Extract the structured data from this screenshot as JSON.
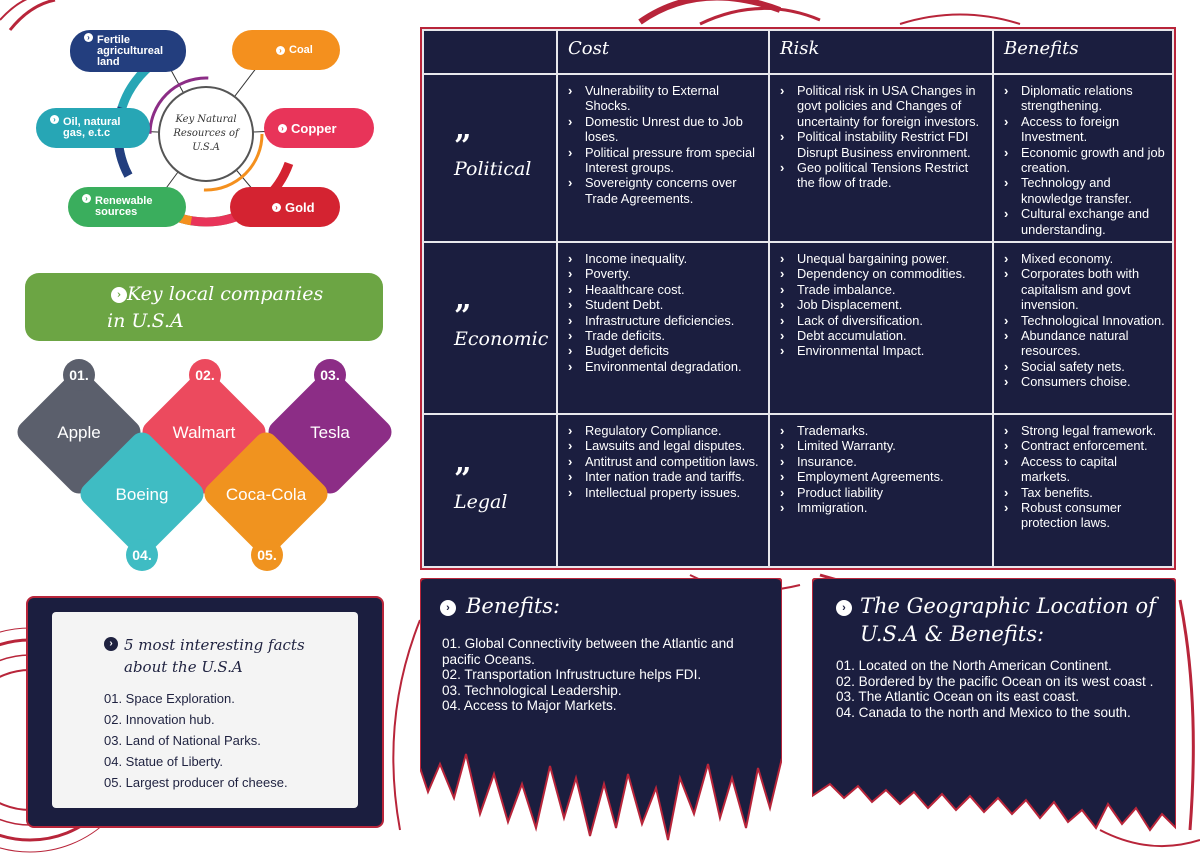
{
  "hub": {
    "center": "Key Natural Resources of U.S.A",
    "items": [
      {
        "label": "Fertile agricultureal land",
        "color": "#233e7e"
      },
      {
        "label": "Coal",
        "color": "#f4901e"
      },
      {
        "label": "Oil, natural gas, e.t.c",
        "color": "#27a6b5"
      },
      {
        "label": "Copper",
        "color": "#e83459"
      },
      {
        "label": "Renewable sources",
        "color": "#3aae5d"
      },
      {
        "label": "Gold",
        "color": "#d42331"
      }
    ]
  },
  "companies": {
    "title_line1": "Key local companies",
    "title_line2": "in U.S.A",
    "items": [
      {
        "num": "01.",
        "name": "Apple",
        "color": "#5b5f6c"
      },
      {
        "num": "02.",
        "name": "Walmart",
        "color": "#ec4a5e"
      },
      {
        "num": "03.",
        "name": "Tesla",
        "color": "#8c2d86"
      },
      {
        "num": "04.",
        "name": "Boeing",
        "color": "#3fbcc3"
      },
      {
        "num": "05.",
        "name": "Coca-Cola",
        "color": "#f0931f"
      }
    ]
  },
  "facts": {
    "title_line1": "5 most interesting facts",
    "title_line2": "about the U.S.A",
    "items": [
      "01. Space Exploration.",
      "02. Innovation hub.",
      "03. Land of National Parks.",
      "04. Statue of Liberty.",
      "05. Largest producer of cheese."
    ]
  },
  "table": {
    "columns": [
      "Cost",
      "Risk",
      "Benefits"
    ],
    "quote_mark": "”",
    "rows": [
      {
        "label": "Political",
        "cost": [
          "Vulnerability  to External Shocks.",
          "Domestic Unrest due to Job loses.",
          "Political pressure from special Interest groups.",
          "Sovereignty concerns over Trade Agreements."
        ],
        "risk": [
          "Political risk in USA Changes in govt policies and Changes of uncertainty for foreign investors.",
          "Political instability Restrict FDI Disrupt Business environment.",
          "Geo political Tensions Restrict the flow of trade."
        ],
        "benefits": [
          "Diplomatic relations strengthening.",
          "Access to foreign Investment.",
          "Economic growth and job creation.",
          "Technology and knowledge transfer.",
          "Cultural exchange and understanding."
        ]
      },
      {
        "label": "Economic",
        "cost": [
          "Income inequality.",
          "Poverty.",
          "Heaalthcare cost.",
          "Student Debt.",
          "Infrastructure deficiencies.",
          "Trade deficits.",
          "Budget deficits",
          "Environmental degradation."
        ],
        "risk": [
          "Unequal bargaining power.",
          "Dependency on commodities.",
          "Trade imbalance.",
          "Job Displacement.",
          "Lack of diversification.",
          "Debt accumulation.",
          "Environmental Impact."
        ],
        "benefits": [
          "Mixed economy.",
          "Corporates both with capitalism and govt invension.",
          "Technological Innovation.",
          "Abundance natural resources.",
          "Social safety nets.",
          "Consumers choise."
        ]
      },
      {
        "label": "Legal",
        "cost": [
          "Regulatory Compliance.",
          "Lawsuits and legal disputes.",
          "Antitrust and competition laws.",
          "Inter nation trade and tariffs.",
          "Intellectual property issues."
        ],
        "risk": [
          "Trademarks.",
          "Limited Warranty.",
          "Insurance.",
          "Employment Agreements.",
          "Product liability",
          "Immigration."
        ],
        "benefits": [
          "Strong legal framework.",
          "Contract enforcement.",
          "Access to capital markets.",
          "Tax benefits.",
          "Robust consumer protection laws."
        ]
      }
    ]
  },
  "benefits_panel": {
    "title": "Benefits:",
    "items": [
      "01. Global Connectivity between the Atlantic and pacific Oceans.",
      "02. Transportation Infrustructure helps FDI.",
      "03. Technological Leadership.",
      "04. Access to Major Markets."
    ]
  },
  "geo_panel": {
    "title_line1": "The Geographic Location of",
    "title_line2": "U.S.A & Benefits:",
    "items": [
      "01. Located on the North American Continent.",
      "02. Bordered by the pacific Ocean on its west coast .",
      "03. The Atlantic Ocean on its east coast.",
      "04. Canada to the north and Mexico to the south."
    ]
  },
  "colors": {
    "navy": "#1b1e3f",
    "accent_red": "#b8253a",
    "green": "#6ca544"
  }
}
